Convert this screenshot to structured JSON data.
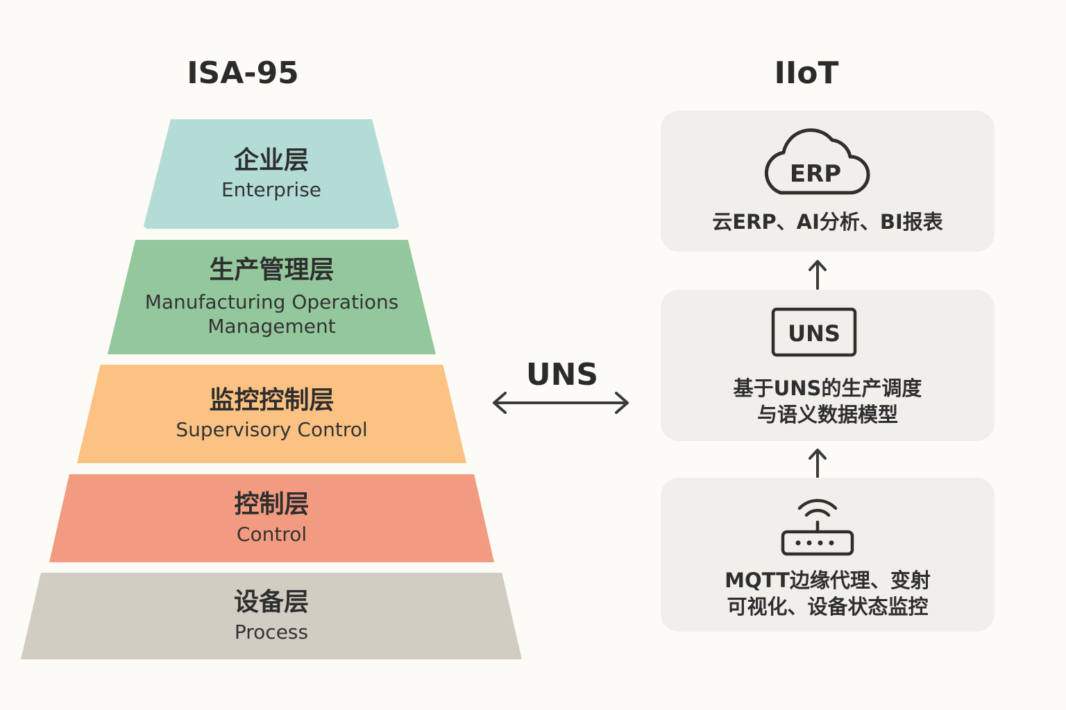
{
  "left": {
    "title": "ISA-95",
    "layers": [
      {
        "zh": "企业层",
        "en": "Enterprise",
        "color": "#b3dcd6"
      },
      {
        "zh": "生产管理层",
        "en1": "Manufacturing Operations",
        "en2": "Management",
        "color": "#93c79c"
      },
      {
        "zh": "监控控制层",
        "en": "Supervisory Control",
        "color": "#fbc283"
      },
      {
        "zh": "控制层",
        "en": "Control",
        "color": "#f29b80"
      },
      {
        "zh": "设备层",
        "en": "Process",
        "color": "#d1cdc3"
      }
    ]
  },
  "middle": {
    "label": "UNS",
    "arrow_icon": "double-arrow-icon"
  },
  "right": {
    "title": "IIoT",
    "cards": [
      {
        "icon": "cloud-icon",
        "icon_text": "ERP",
        "line1": "云ERP、AI分析、BI报表"
      },
      {
        "icon": "uns-box-icon",
        "icon_text": "UNS",
        "line1": "基于UNS的生产调度",
        "line2": "与语义数据模型"
      },
      {
        "icon": "router-icon",
        "line1": "MQTT边缘代理、变射",
        "line2": "可视化、设备状态监控"
      }
    ]
  }
}
